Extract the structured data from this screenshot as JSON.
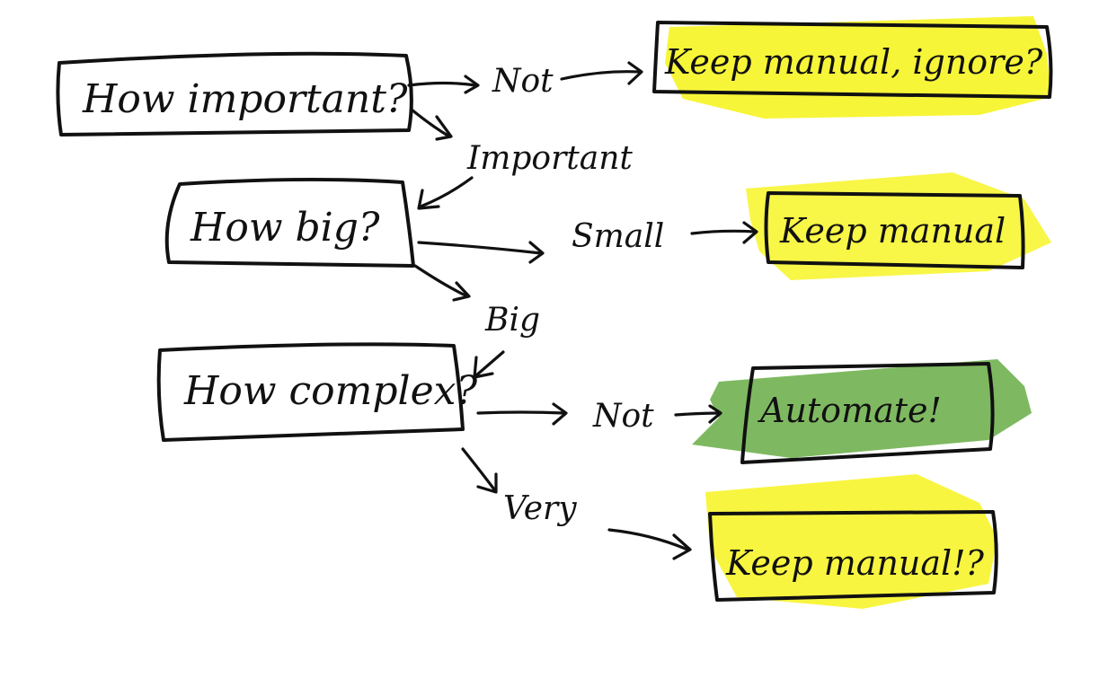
{
  "colors": {
    "ink": "#111111",
    "highlight_yellow": "#f5f200",
    "highlight_green": "#5ea83a",
    "background": "#ffffff"
  },
  "nodes": {
    "q_important": "How important?",
    "q_big": "How big?",
    "q_complex": "How complex?",
    "out_ignore": "Keep manual, ignore?",
    "out_small": "Keep manual",
    "out_automate": "Automate!",
    "out_very": "Keep manual!?"
  },
  "edges": {
    "not_important": "Not",
    "important": "Important",
    "small": "Small",
    "big": "Big",
    "not_complex": "Not",
    "very": "Very"
  }
}
